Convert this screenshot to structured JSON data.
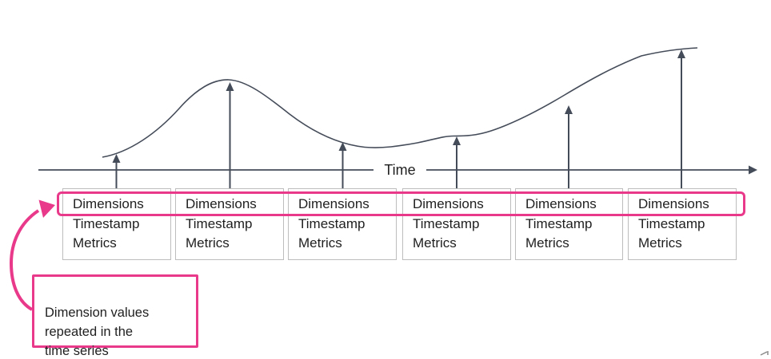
{
  "diagram": {
    "axis_label": "Time",
    "callout_text": "Dimension values\nrepeated in the\ntime series"
  },
  "records": [
    {
      "dimensions": "Dimensions",
      "timestamp": "Timestamp",
      "metrics": "Metrics"
    },
    {
      "dimensions": "Dimensions",
      "timestamp": "Timestamp",
      "metrics": "Metrics"
    },
    {
      "dimensions": "Dimensions",
      "timestamp": "Timestamp",
      "metrics": "Metrics"
    },
    {
      "dimensions": "Dimensions",
      "timestamp": "Timestamp",
      "metrics": "Metrics"
    },
    {
      "dimensions": "Dimensions",
      "timestamp": "Timestamp",
      "metrics": "Metrics"
    },
    {
      "dimensions": "Dimensions",
      "timestamp": "Timestamp",
      "metrics": "Metrics"
    }
  ],
  "colors": {
    "pink": "#e9398a",
    "line": "#454c59",
    "box_border": "#bdbdbd",
    "text": "#1f1f1f",
    "background": "#ffffff"
  }
}
